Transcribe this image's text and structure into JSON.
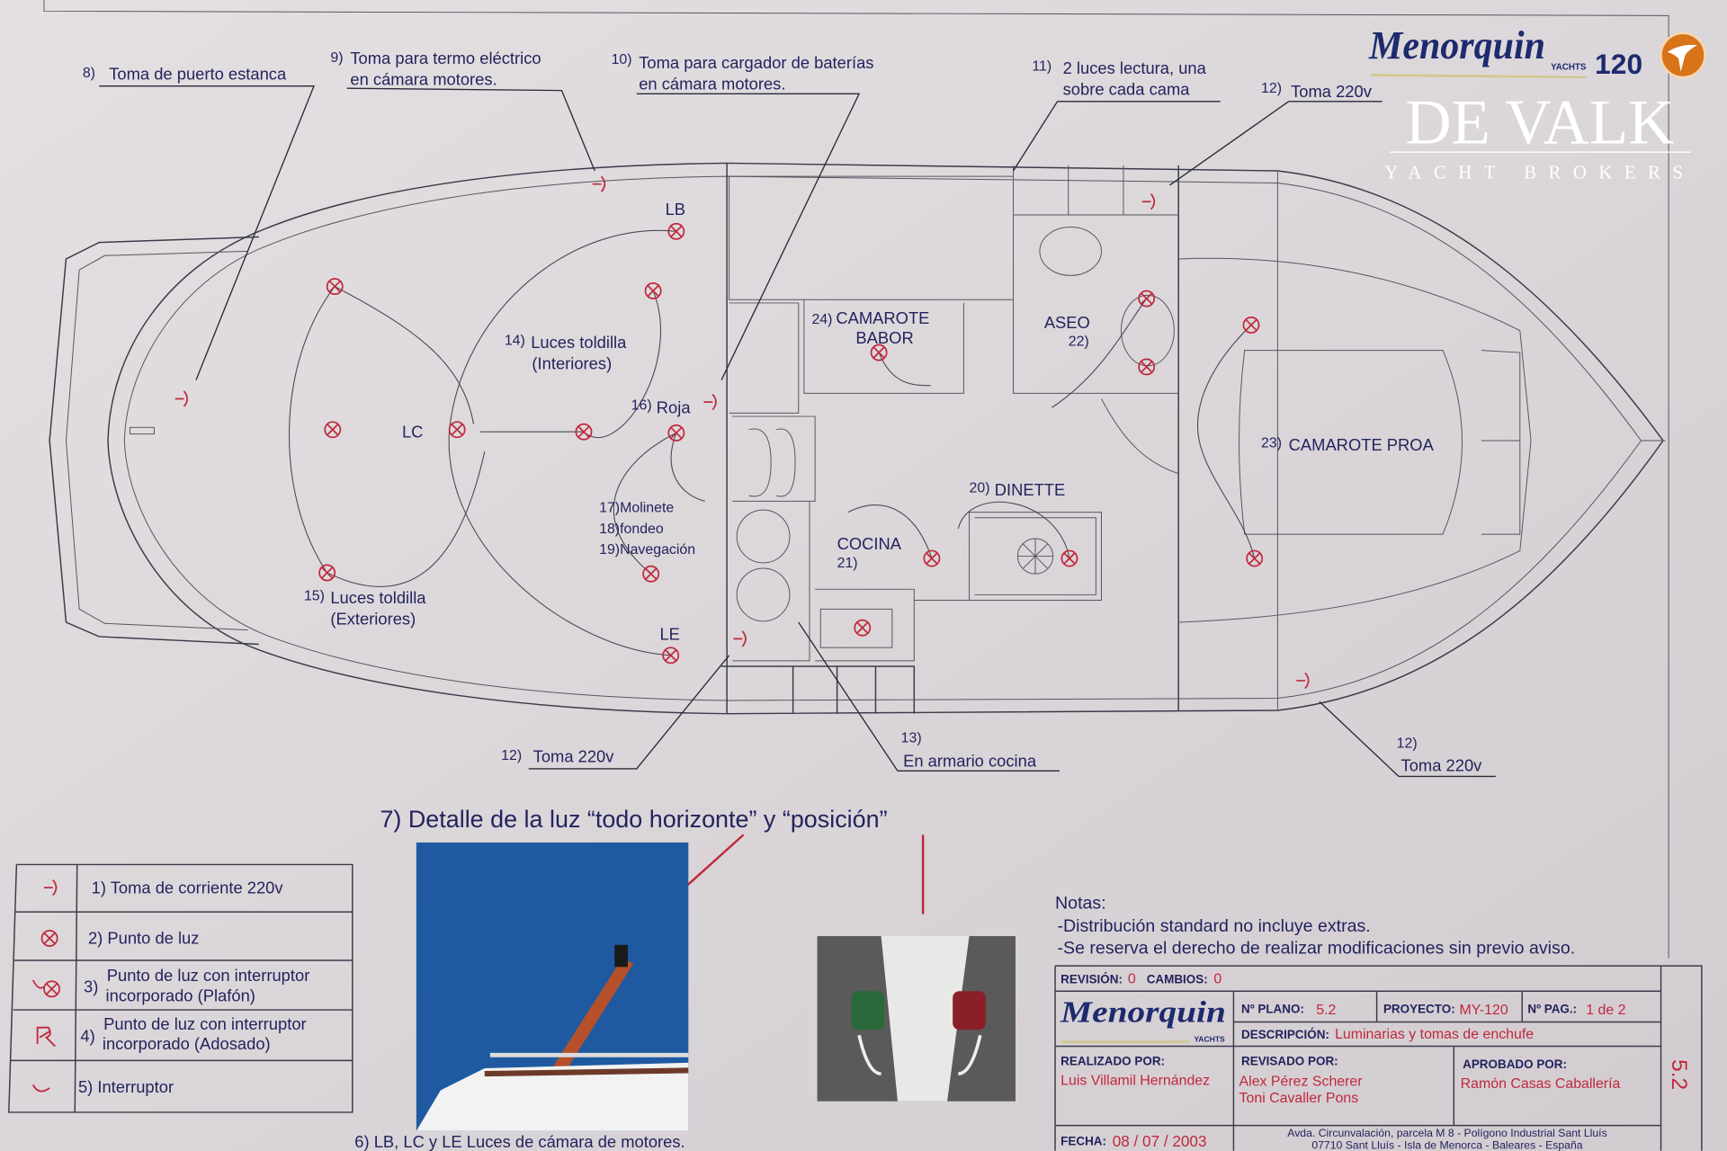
{
  "callouts": {
    "c8": {
      "num": "8)",
      "text": "Toma de puerto estanca"
    },
    "c9": {
      "num": "9)",
      "line1": "Toma para termo eléctrico",
      "line2": "en cámara motores."
    },
    "c10": {
      "num": "10)",
      "line1": "Toma para cargador de baterías",
      "line2": "en cámara motores."
    },
    "c11": {
      "num": "11)",
      "line1": "2 luces lectura, una",
      "line2": "sobre cada cama"
    },
    "c12a": {
      "num": "12)",
      "text": "Toma 220v"
    },
    "c12b": {
      "num": "12)",
      "text": "Toma 220v"
    },
    "c12c": {
      "num": "12)",
      "text": "Toma 220v"
    },
    "c13": {
      "num": "13)",
      "text": "En armario cocina"
    },
    "c14": {
      "num": "14)",
      "line1": "Luces toldilla",
      "line2": "(Interiores)"
    },
    "c15": {
      "num": "15)",
      "line1": "Luces toldilla",
      "line2": "(Exteriores)"
    },
    "c16": {
      "num": "16)",
      "text": "Roja"
    },
    "c17": {
      "text": "17)Molinete"
    },
    "c18": {
      "text": "18)fondeo"
    },
    "c19": {
      "text": "19)Navegación"
    },
    "lb": "LB",
    "lc": "LC",
    "le": "LE",
    "rooms": {
      "babor": {
        "num": "24)",
        "line1": "CAMAROTE",
        "line2": "BABOR"
      },
      "aseo": {
        "name": "ASEO",
        "num": "22)"
      },
      "proa": {
        "num": "23)",
        "name": "CAMAROTE PROA"
      },
      "dinette": {
        "num": "20)",
        "name": "DINETTE"
      },
      "cocina": {
        "name": "COCINA",
        "num": "21)"
      }
    }
  },
  "detail_title": "7) Detalle de la luz “todo horizonte” y “posición”",
  "photo_caption": "6) LB, LC y LE Luces de cámara de motores.",
  "legend": [
    {
      "icon": "socket-icon",
      "label": "1) Toma de corriente 220v"
    },
    {
      "icon": "light-point-icon",
      "label": "2) Punto de luz"
    },
    {
      "icon": "light-switch-plafon-icon",
      "num": "3)",
      "line1": "Punto de luz con interruptor",
      "line2": "incorporado (Plafón)"
    },
    {
      "icon": "light-switch-adosado-icon",
      "num": "4)",
      "line1": "Punto de luz con interruptor",
      "line2": "incorporado (Adosado)"
    },
    {
      "icon": "switch-icon",
      "label": "5) Interruptor"
    }
  ],
  "notes": {
    "title": "Notas:",
    "line1": "-Distribución standard no incluye extras.",
    "line2": "-Se reserva el derecho de realizar modificaciones sin previo aviso."
  },
  "title_block": {
    "revision_label": "REVISIÓN:",
    "revision": "0",
    "cambios_label": "CAMBIOS:",
    "cambios": "0",
    "logo": "Menorquin",
    "logo_sub": "YACHTS",
    "plano_label": "Nº PLANO:",
    "plano": "5.2",
    "proyecto_label": "PROYECTO:",
    "proyecto": "MY-120",
    "pag_label": "Nº PAG.:",
    "pag": "1 de 2",
    "desc_label": "DESCRIPCIÓN:",
    "desc": "Luminarias y tomas de enchufe",
    "realizado_label": "REALIZADO POR:",
    "realizado": "Luis Villamil Hernández",
    "revisado_label": "REVISADO POR:",
    "revisado1": "Alex Pérez Scherer",
    "revisado2": "Toni Cavaller Pons",
    "aprobado_label": "APROBADO POR:",
    "aprobado": "Ramón Casas Caballería",
    "fecha_label": "FECHA:",
    "fecha": "08 / 07 / 2003",
    "address1": "Avda. Circunvalación, parcela M 8 - Polígono Industrial Sant Lluís",
    "address2": "07710 Sant Lluís - Isla de Menorca - Baleares - España",
    "side_number": "5.2"
  },
  "brand": {
    "logo": "Menorquin",
    "logo_sub": "YACHTS",
    "model": "120",
    "watermark": "DE VALK",
    "watermark_sub": "YACHT BROKERS"
  },
  "colors": {
    "ink": "#23235e",
    "red": "#c0283c",
    "paper": "#d9d4d6",
    "sky": "#1f5aa0",
    "orange": "#d9731a"
  }
}
